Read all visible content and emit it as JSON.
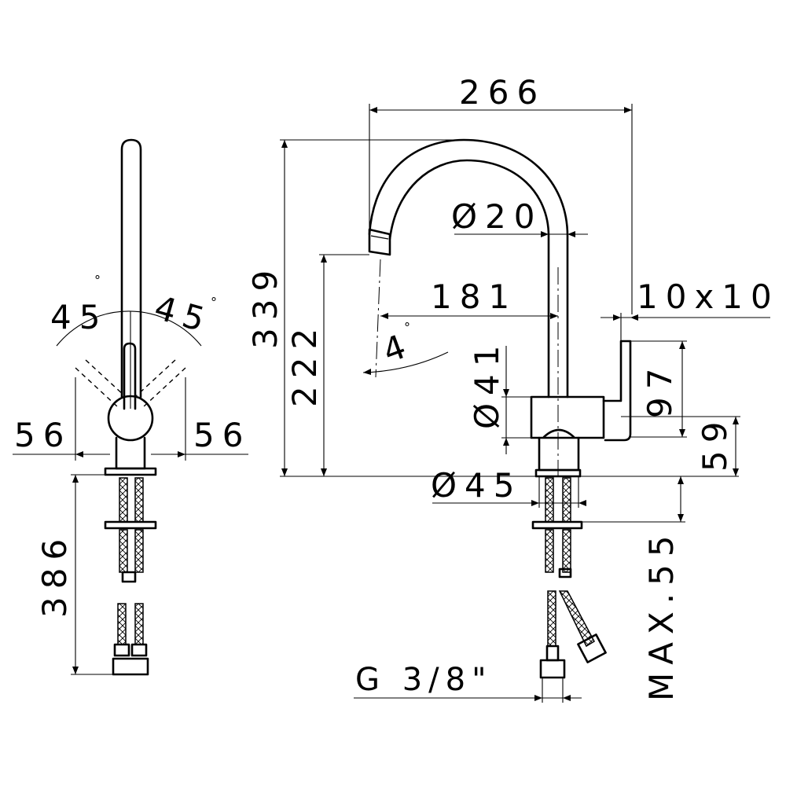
{
  "dimensions": {
    "width_overall": "266",
    "spout_diameter": "Ø20",
    "height_total": "339",
    "height_spout": "222",
    "reach": "181",
    "tilt": "4",
    "lever_section": "10x10",
    "body_diameter": "Ø41",
    "lever_height": "97",
    "body_height": "59",
    "base_diameter": "Ø45",
    "counter_thickness": "MAX.55",
    "thread": "G 3/8\"",
    "hose_length": "386",
    "side_offset_left": "56",
    "side_offset_right": "56",
    "angle_left": "45",
    "angle_right": "45"
  },
  "symbols": {
    "degree": "°"
  }
}
